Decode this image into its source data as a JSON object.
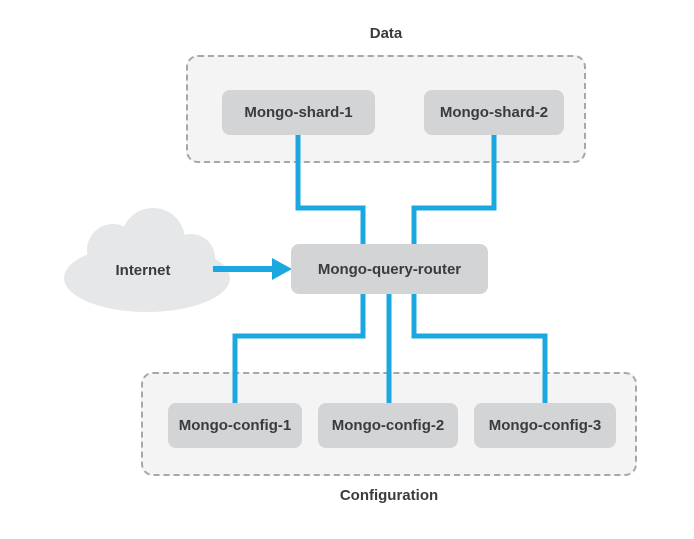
{
  "diagram": {
    "data_group": {
      "label": "Data",
      "nodes": [
        {
          "label": "Mongo-shard-1"
        },
        {
          "label": "Mongo-shard-2"
        }
      ]
    },
    "router": {
      "label": "Mongo-query-router"
    },
    "internet": {
      "label": "Internet"
    },
    "config_group": {
      "label": "Configuration",
      "nodes": [
        {
          "label": "Mongo-config-1"
        },
        {
          "label": "Mongo-config-2"
        },
        {
          "label": "Mongo-config-3"
        }
      ]
    },
    "colors": {
      "connector": "#1ba8e0",
      "node_fill": "#d2d4d5",
      "group_fill": "#f4f4f5",
      "group_border": "#a5a7aa",
      "cloud_fill": "#e6e7e8",
      "text": "#3b3b3d"
    }
  }
}
